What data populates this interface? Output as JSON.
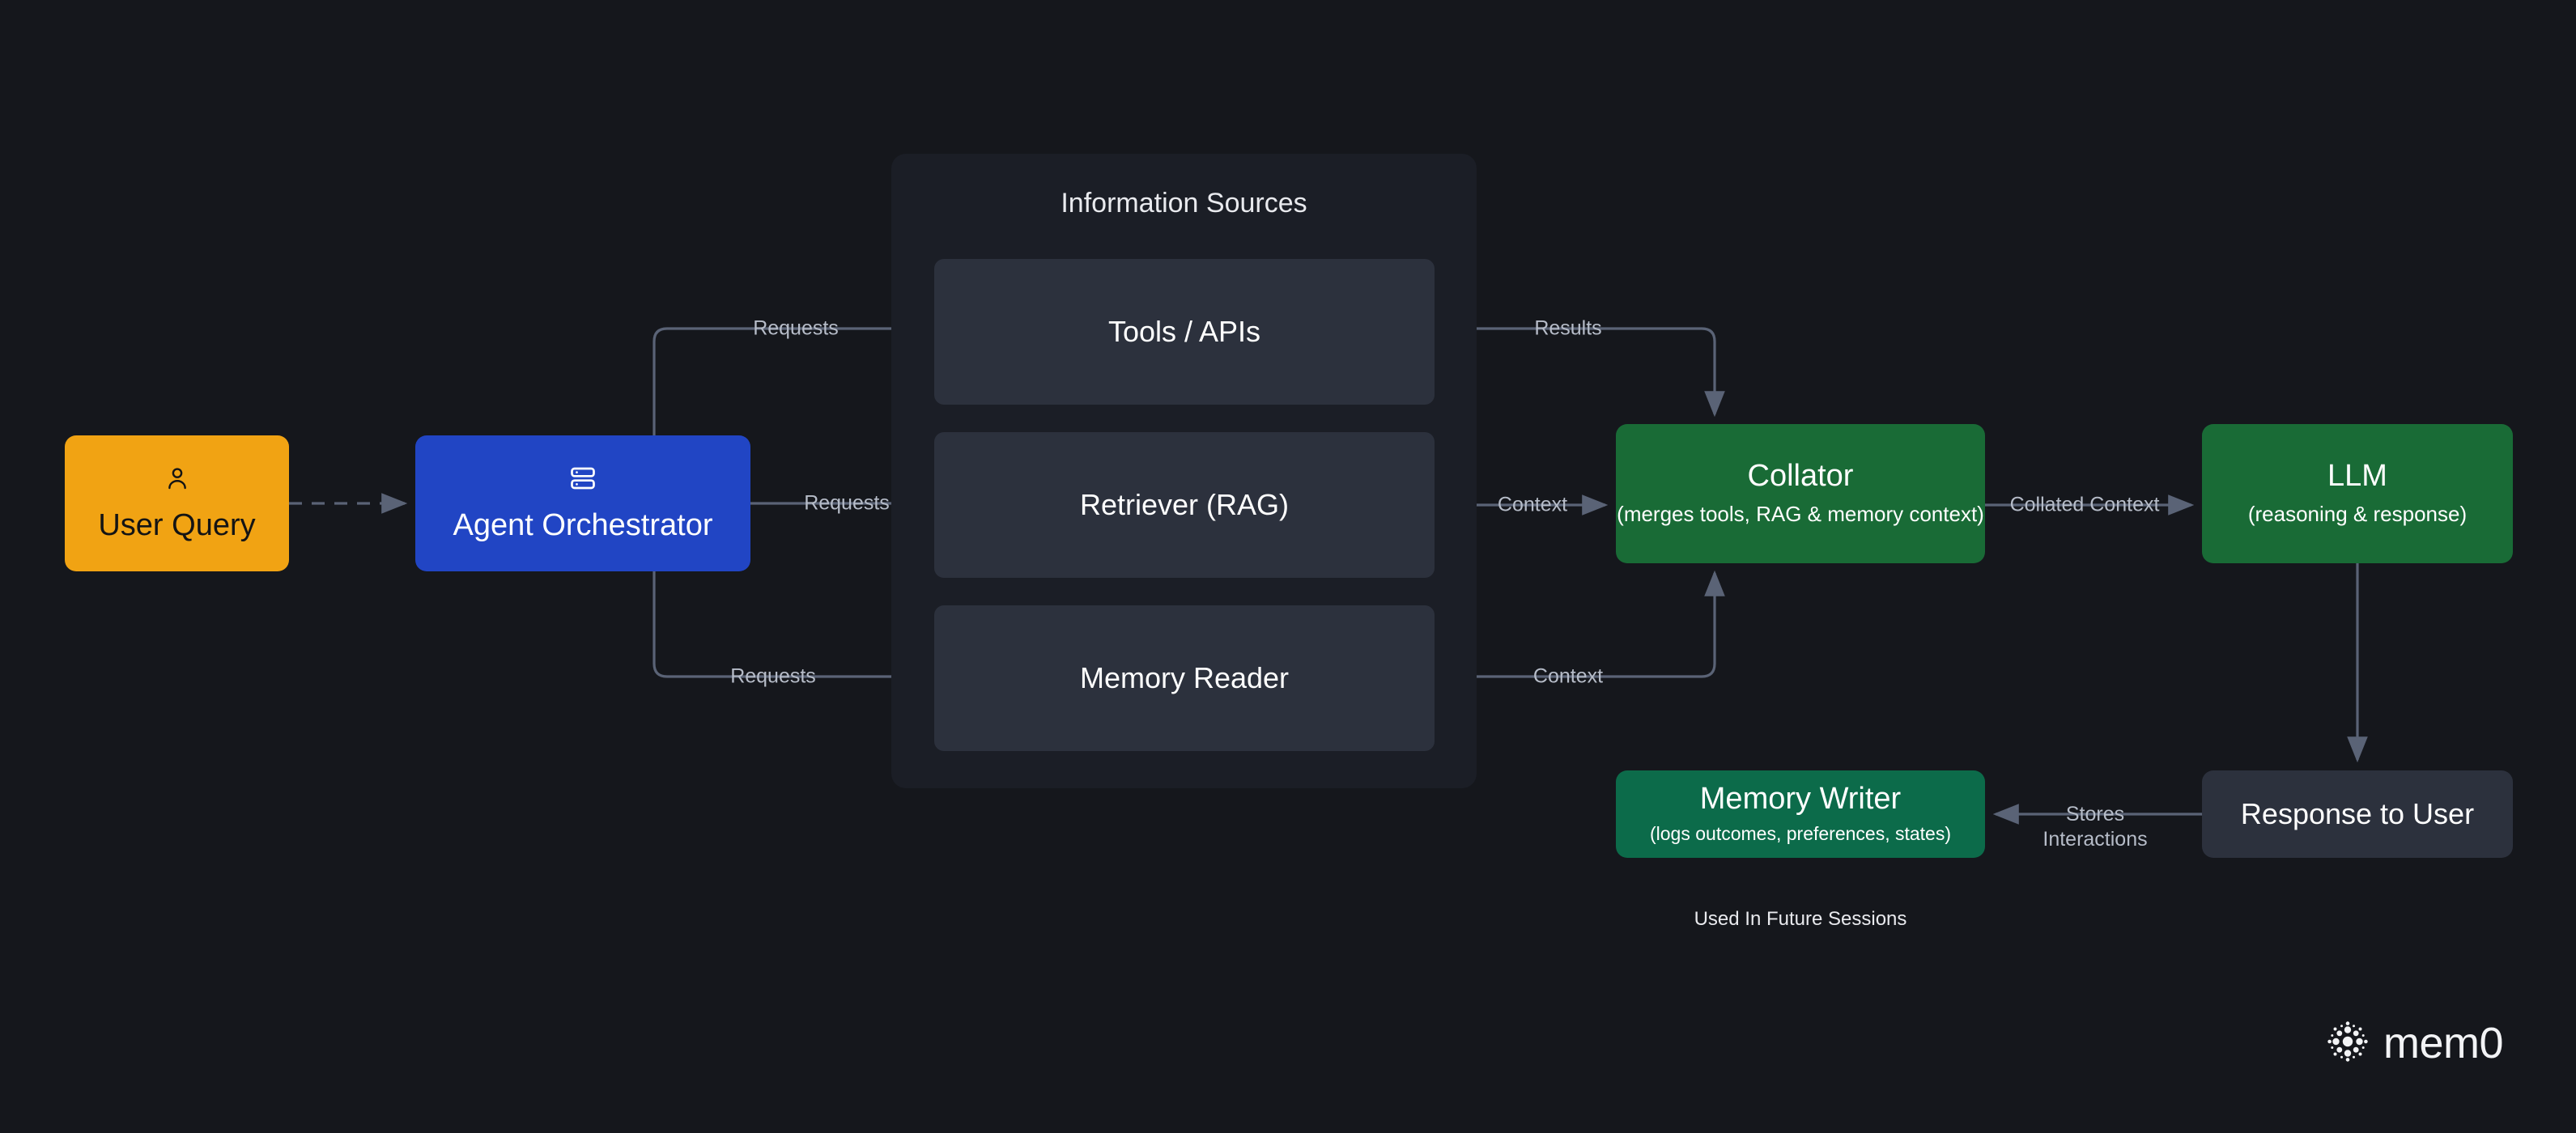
{
  "theme": {
    "background": "#15171c",
    "panel": "#1b1e26",
    "card": "#2c313d",
    "edge": "#5a6376",
    "label_text": "#b6bcc8",
    "accent_orange": "#f1a313",
    "accent_blue": "#2145c4",
    "accent_green": "#196b36",
    "accent_teal": "#0c6b4a"
  },
  "nodes": {
    "user_query": {
      "title": "User Query",
      "icon": "user-icon"
    },
    "agent_orchestrator": {
      "title": "Agent Orchestrator",
      "icon": "server-icon"
    },
    "information_sources": {
      "title": "Information Sources"
    },
    "tools_apis": {
      "title": "Tools / APIs"
    },
    "retriever_rag": {
      "title": "Retriever (RAG)"
    },
    "memory_reader": {
      "title": "Memory Reader"
    },
    "collator": {
      "title": "Collator",
      "subtitle": "(merges tools, RAG\n& memory context)"
    },
    "llm": {
      "title": "LLM",
      "subtitle": "(reasoning\n& response)"
    },
    "memory_writer": {
      "title": "Memory Writer",
      "subtitle": "(logs outcomes, preferences, states)"
    },
    "response_to_user": {
      "title": "Response to User"
    }
  },
  "edges": [
    {
      "id": "query-to-orchestrator",
      "label": "",
      "style": "dashed"
    },
    {
      "id": "orchestrator-to-tools",
      "label": "Requests"
    },
    {
      "id": "orchestrator-to-rag",
      "label": "Requests"
    },
    {
      "id": "orchestrator-to-memory-reader",
      "label": "Requests"
    },
    {
      "id": "tools-to-collator",
      "label": "Results"
    },
    {
      "id": "rag-to-collator",
      "label": "Context"
    },
    {
      "id": "memory-reader-to-collator",
      "label": "Context"
    },
    {
      "id": "collator-to-llm",
      "label": "Collated Context"
    },
    {
      "id": "llm-to-response",
      "label": ""
    },
    {
      "id": "response-to-memory-writer",
      "label": "Stores\nInteractions"
    }
  ],
  "footnote": {
    "text": "Used In Future Sessions"
  },
  "branding": {
    "wordmark": "mem0",
    "logo": "mem0-dot-cluster-icon"
  }
}
